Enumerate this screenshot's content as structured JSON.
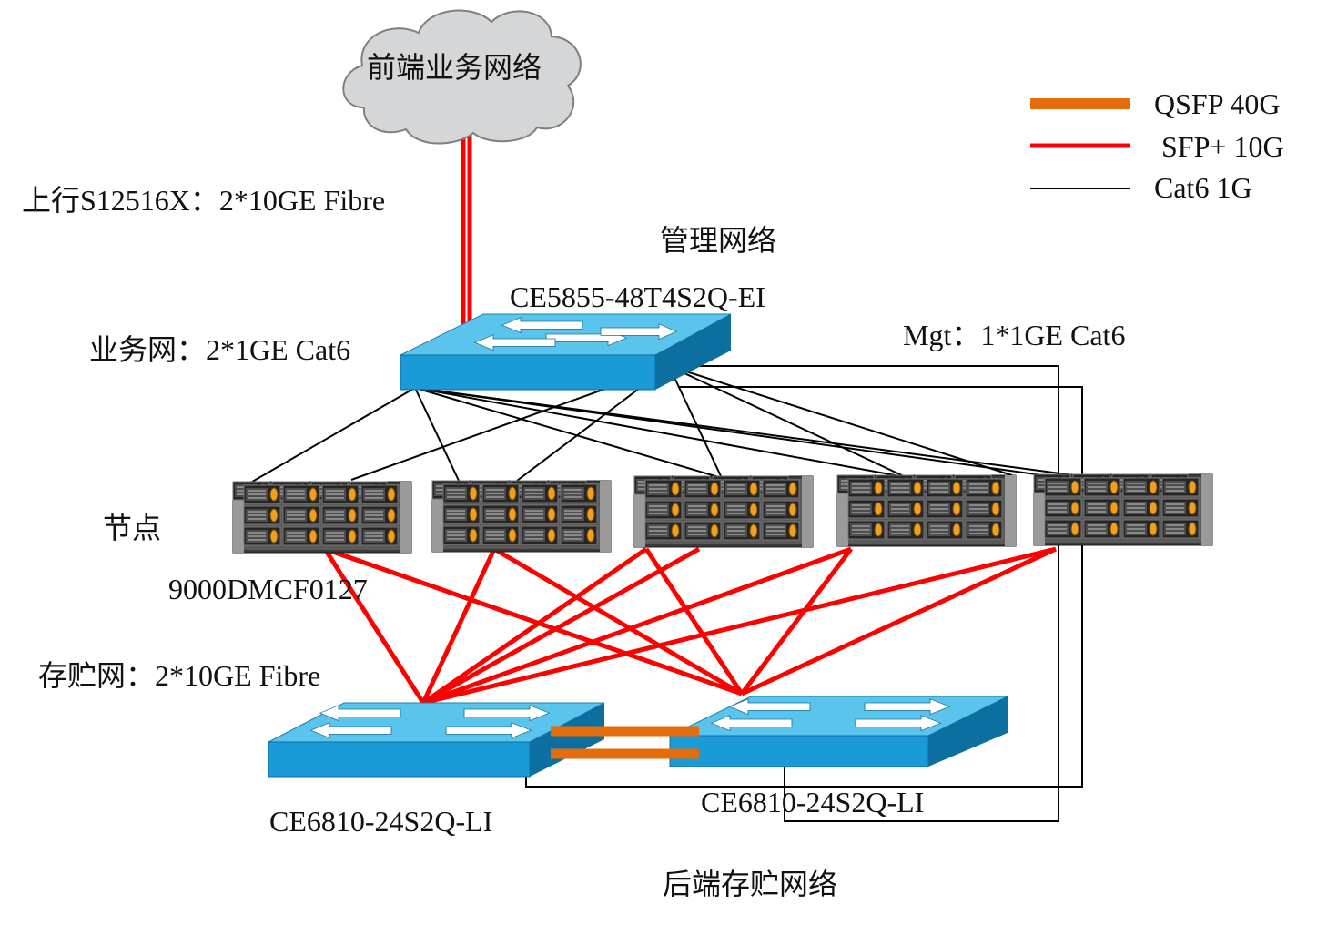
{
  "cloud": {
    "label": "前端业务网络"
  },
  "labels": {
    "uplink": "上行S12516X：2*10GE Fibre",
    "mgmt_network": "管理网络",
    "mgmt_switch_model": "CE5855-48T4S2Q-EI",
    "business_net": "业务网：2*1GE Cat6",
    "mgt": "Mgt：1*1GE Cat6",
    "nodes": "节点",
    "node_model": "9000DMCF0127",
    "storage_net": "存贮网：2*10GE Fibre",
    "storage_switch_left": "CE6810-24S2Q-LI",
    "storage_switch_right": "CE6810-24S2Q-LI",
    "backend_network": "后端存贮网络"
  },
  "legend": [
    {
      "label": "QSFP 40G",
      "color": "#e46c0a"
    },
    {
      "label": "SFP+ 10G",
      "color": "#ff0000"
    },
    {
      "label": "Cat6 1G",
      "color": "#000000"
    }
  ],
  "colors": {
    "switch_top": "#5bc4ec",
    "switch_front": "#1a9bd7",
    "switch_side": "#0c6f9f",
    "fiber": "#ff0000",
    "qsfp": "#e46c0a",
    "cat6": "#000000",
    "cloud": "#d4d6d8"
  }
}
